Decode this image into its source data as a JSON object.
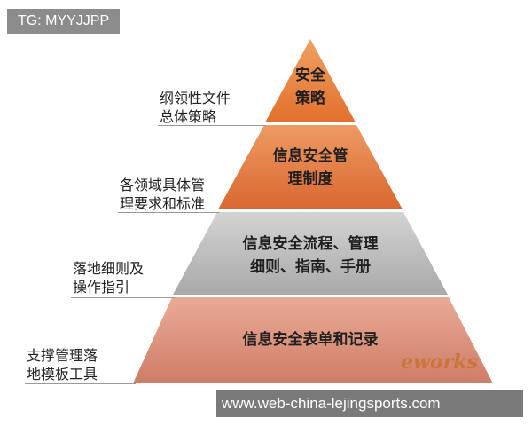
{
  "tag": "TG: MYYJJPP",
  "left_labels": [
    "纲领性文件\n总体策略",
    "各领域具体管\n理要求和标准",
    "落地细则及\n操作指引",
    "支撑管理落\n地模板工具"
  ],
  "tiers": [
    {
      "text": "安全\n策略",
      "color": "#e9833f"
    },
    {
      "text": "信息安全管\n理制度",
      "color": "#e27c47"
    },
    {
      "text": "信息安全流程、管理\n细则、指南、手册",
      "color": "#b9b9b9"
    },
    {
      "text": "信息安全表单和记录",
      "color": "#dc8f7a"
    }
  ],
  "watermark_logo": "eworks",
  "footer_url": "www.web-china-lejingsports.com"
}
